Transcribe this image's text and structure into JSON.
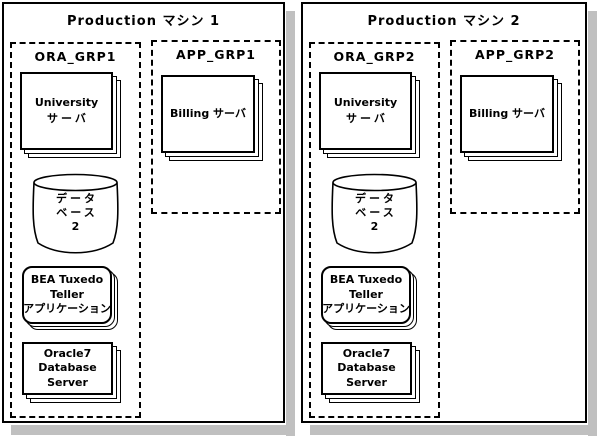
{
  "colors": {
    "line": "#000000",
    "background": "#ffffff",
    "shadow": "#c0c0c0"
  },
  "machines": [
    {
      "title": "Production マシン 1",
      "ora_group": {
        "label": "ORA_GRP1",
        "university": {
          "line1": "University",
          "line2": "サーバ"
        },
        "database": {
          "line1": "データ",
          "line2": "ベース",
          "line3": "2"
        },
        "tuxedo": {
          "line1": "BEA Tuxedo",
          "line2": "Teller",
          "line3": "アプリケーション"
        },
        "oracle": {
          "line1": "Oracle7",
          "line2": "Database",
          "line3": "Server"
        }
      },
      "app_group": {
        "label": "APP_GRP1",
        "billing": {
          "label": "Billing サーバ"
        }
      }
    },
    {
      "title": "Production マシン 2",
      "ora_group": {
        "label": "ORA_GRP2",
        "university": {
          "line1": "University",
          "line2": "サーバ"
        },
        "database": {
          "line1": "データ",
          "line2": "ベース",
          "line3": "2"
        },
        "tuxedo": {
          "line1": "BEA Tuxedo",
          "line2": "Teller",
          "line3": "アプリケーション"
        },
        "oracle": {
          "line1": "Oracle7",
          "line2": "Database",
          "line3": "Server"
        }
      },
      "app_group": {
        "label": "APP_GRP2",
        "billing": {
          "label": "Billing サーバ"
        }
      }
    }
  ]
}
